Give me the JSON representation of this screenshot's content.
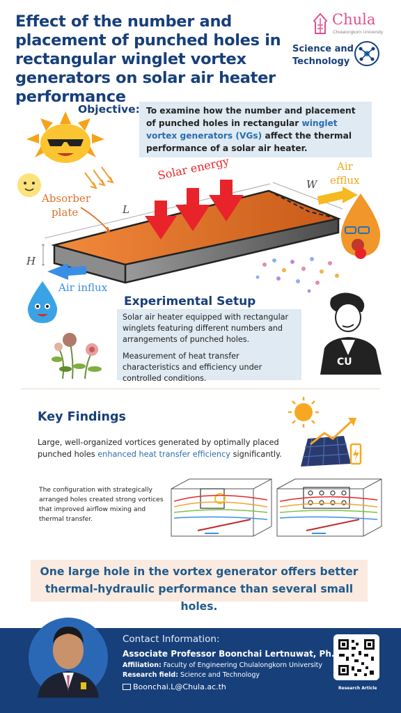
{
  "title": "Effect of the number and placement of punched holes in rectangular winglet vortex generators on solar air heater performance",
  "logo": {
    "name": "Chula",
    "university": "Chulalongkorn University",
    "faculty_line1": "Science and",
    "faculty_line2": "Technology"
  },
  "objective": {
    "label": "Objective:",
    "text_before": "To examine how the number and placement of punched holes in rectangular ",
    "highlight": "winglet vortex generators (VGs)",
    "text_after": " affect the thermal performance of a solar air heater."
  },
  "diagram": {
    "solar_energy": "Solar energy",
    "absorber_line1": "Absorber",
    "absorber_line2": "plate",
    "length": "L",
    "width": "W",
    "height": "H",
    "air_efflux_line1": "Air",
    "air_efflux_line2": "efflux",
    "air_influx": "Air influx",
    "shirt_text": "CU"
  },
  "setup": {
    "title": "Experimental Setup",
    "p1": "Solar air heater equipped with rectangular winglets featuring different numbers and arrangements of punched holes.",
    "p2": "Measurement of heat transfer characteristics and efficiency under controlled conditions."
  },
  "findings": {
    "title": "Key Findings",
    "text1_before": "Large, well-organized vortices generated by optimally placed punched holes ",
    "text1_highlight": "enhanced heat transfer efficiency",
    "text1_after": " significantly.",
    "text2": "The configuration with strategically arranged holes created strong vortices that improved airflow mixing and thermal transfer."
  },
  "conclusion": "One large hole in the vortex generator offers better thermal-hydraulic performance than several small holes.",
  "contact": {
    "heading": "Contact Information:",
    "name": "Associate Professor Boonchai Lertnuwat, Ph.D.",
    "affiliation_label": "Affiliation:",
    "affiliation": "Faculty of Engineering Chulalongkorn University",
    "field_label": "Research field:",
    "field": "Science and Technology",
    "email": "Boonchai.L@Chula.ac.th",
    "qr_label": "Research Article"
  },
  "colors": {
    "title_blue": "#173f7a",
    "highlight_blue": "#2b6cb0",
    "box_blue": "#dfeaf2",
    "conclusion_bg": "#fbeadf",
    "arrow_red": "#e8242a",
    "plate_orange": "#e67a2b"
  }
}
